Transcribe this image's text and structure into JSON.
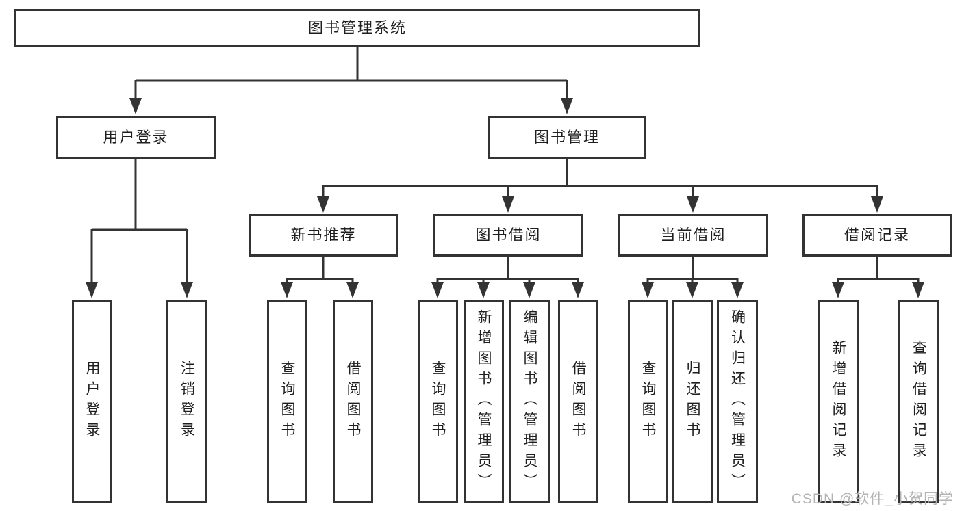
{
  "colors": {
    "line": "#333333",
    "text": "#1f1f1f",
    "background": "#ffffff",
    "watermark": "#b3b3b3"
  },
  "watermark": "CSDN @软件_小贺同学",
  "chart": {
    "root": "图书管理系统",
    "level2": {
      "user_login": "用户登录",
      "book_management": "图书管理"
    },
    "level3": {
      "new_book_recommend": "新书推荐",
      "book_borrowing": "图书借阅",
      "current_borrowing": "当前借阅",
      "borrowing_records": "借阅记录"
    },
    "level4": {
      "user_login": "用户登录",
      "logout": "注销登录",
      "query_books_1": "查询图书",
      "borrow_books_1": "借阅图书",
      "query_books_2": "查询图书",
      "add_books_admin": "新增图书（管理员）",
      "edit_books_admin": "编辑图书（管理员）",
      "borrow_books_2": "借阅图书",
      "query_books_3": "查询图书",
      "return_books": "归还图书",
      "confirm_return_admin": "确认归还（管理员）",
      "add_borrow_record": "新增借阅记录",
      "query_borrow_record": "查询借阅记录"
    }
  }
}
